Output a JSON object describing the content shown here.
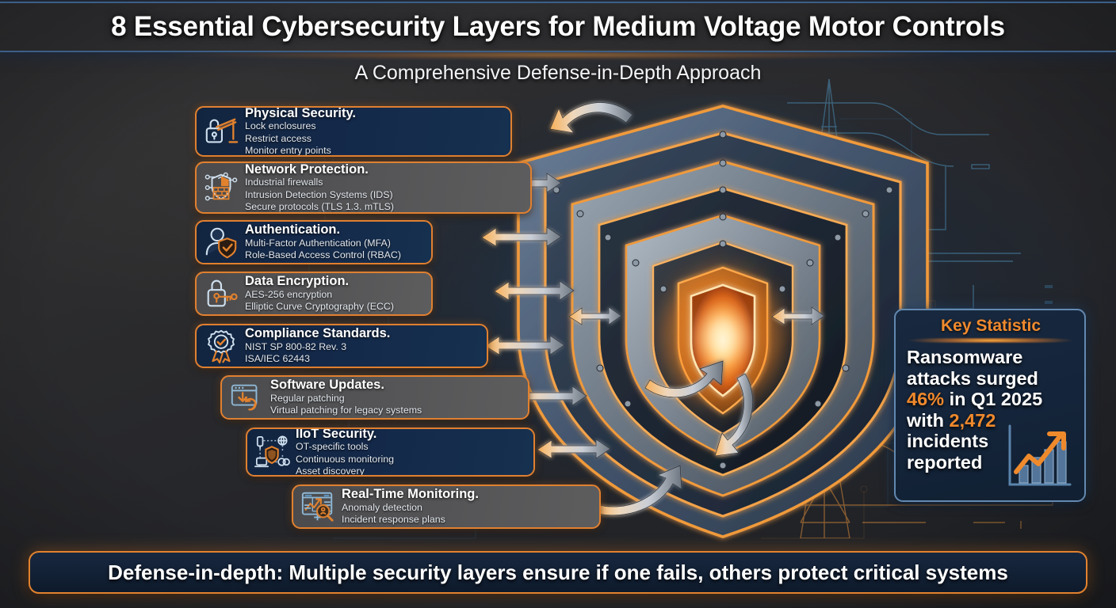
{
  "header": {
    "title": "8 Essential Cybersecurity Layers for Medium Voltage Motor Controls",
    "subtitle": "A Comprehensive Defense-in-Depth Approach"
  },
  "layers": [
    {
      "index": 1,
      "title": "Physical Security.",
      "icon": "padlock-barrier-icon",
      "bullets": [
        "Lock enclosures",
        "Restrict access",
        "Monitor entry points"
      ],
      "theme": "navy"
    },
    {
      "index": 2,
      "title": "Network Protection.",
      "icon": "shield-firewall-network-icon",
      "bullets": [
        "Industrial firewalls",
        "Intrusion Detection Systems (IDS)",
        "Secure protocols (TLS 1.3. mTLS)"
      ],
      "theme": "gray"
    },
    {
      "index": 3,
      "title": "Authentication.",
      "icon": "user-shield-check-icon",
      "bullets": [
        "Multi-Factor Authentication (MFA)",
        "Role-Based Access Control (RBAC)"
      ],
      "theme": "navy"
    },
    {
      "index": 4,
      "title": "Data Encryption.",
      "icon": "padlock-key-icon",
      "bullets": [
        "AES-256 encryption",
        "Elliptic Curve Cryptography (ECC)"
      ],
      "theme": "gray"
    },
    {
      "index": 5,
      "title": "Compliance Standards.",
      "icon": "award-ribbon-check-icon",
      "bullets": [
        "NIST SP 800-82 Rev. 3",
        "ISA/IEC 62443"
      ],
      "theme": "navy"
    },
    {
      "index": 6,
      "title": "Software Updates.",
      "icon": "browser-download-refresh-icon",
      "bullets": [
        "Regular patching",
        "Virtual patching for legacy systems"
      ],
      "theme": "gray"
    },
    {
      "index": 7,
      "title": "IIoT Security.",
      "icon": "iiot-devices-shield-icon",
      "bullets": [
        "OT-specific tools",
        "Continuous monitoring",
        "Asset discovery"
      ],
      "theme": "navy"
    },
    {
      "index": 8,
      "title": "Real-Time Monitoring.",
      "icon": "monitor-chart-magnifier-icon",
      "bullets": [
        "Anomaly detection",
        "Incident response plans"
      ],
      "theme": "gray"
    }
  ],
  "key_statistic": {
    "heading": "Key Statistic",
    "line1": "Ransomware",
    "line2": "attacks surged",
    "percent": "46%",
    "line3_rest": " in Q1 2025",
    "line4_prefix": "with ",
    "incidents": "2,472",
    "line5": "incidents",
    "line6": "reported",
    "chart_icon": "rising-bar-chart-arrow-icon"
  },
  "footer": {
    "text": "Defense-in-depth: Multiple security layers ensure if one fails, others protect critical systems"
  },
  "colors": {
    "accent_orange": "#e2822e",
    "bright_orange": "#f0892c",
    "card_navy": "#14294a",
    "card_gray": "#545456",
    "banner_navy": "#16253c",
    "page_bg": "#2b2b2d",
    "keystat_border": "#6389b0"
  },
  "shield": {
    "name": "layered-defense-shield",
    "layer_count": 8,
    "core": "glowing-orange-core"
  }
}
